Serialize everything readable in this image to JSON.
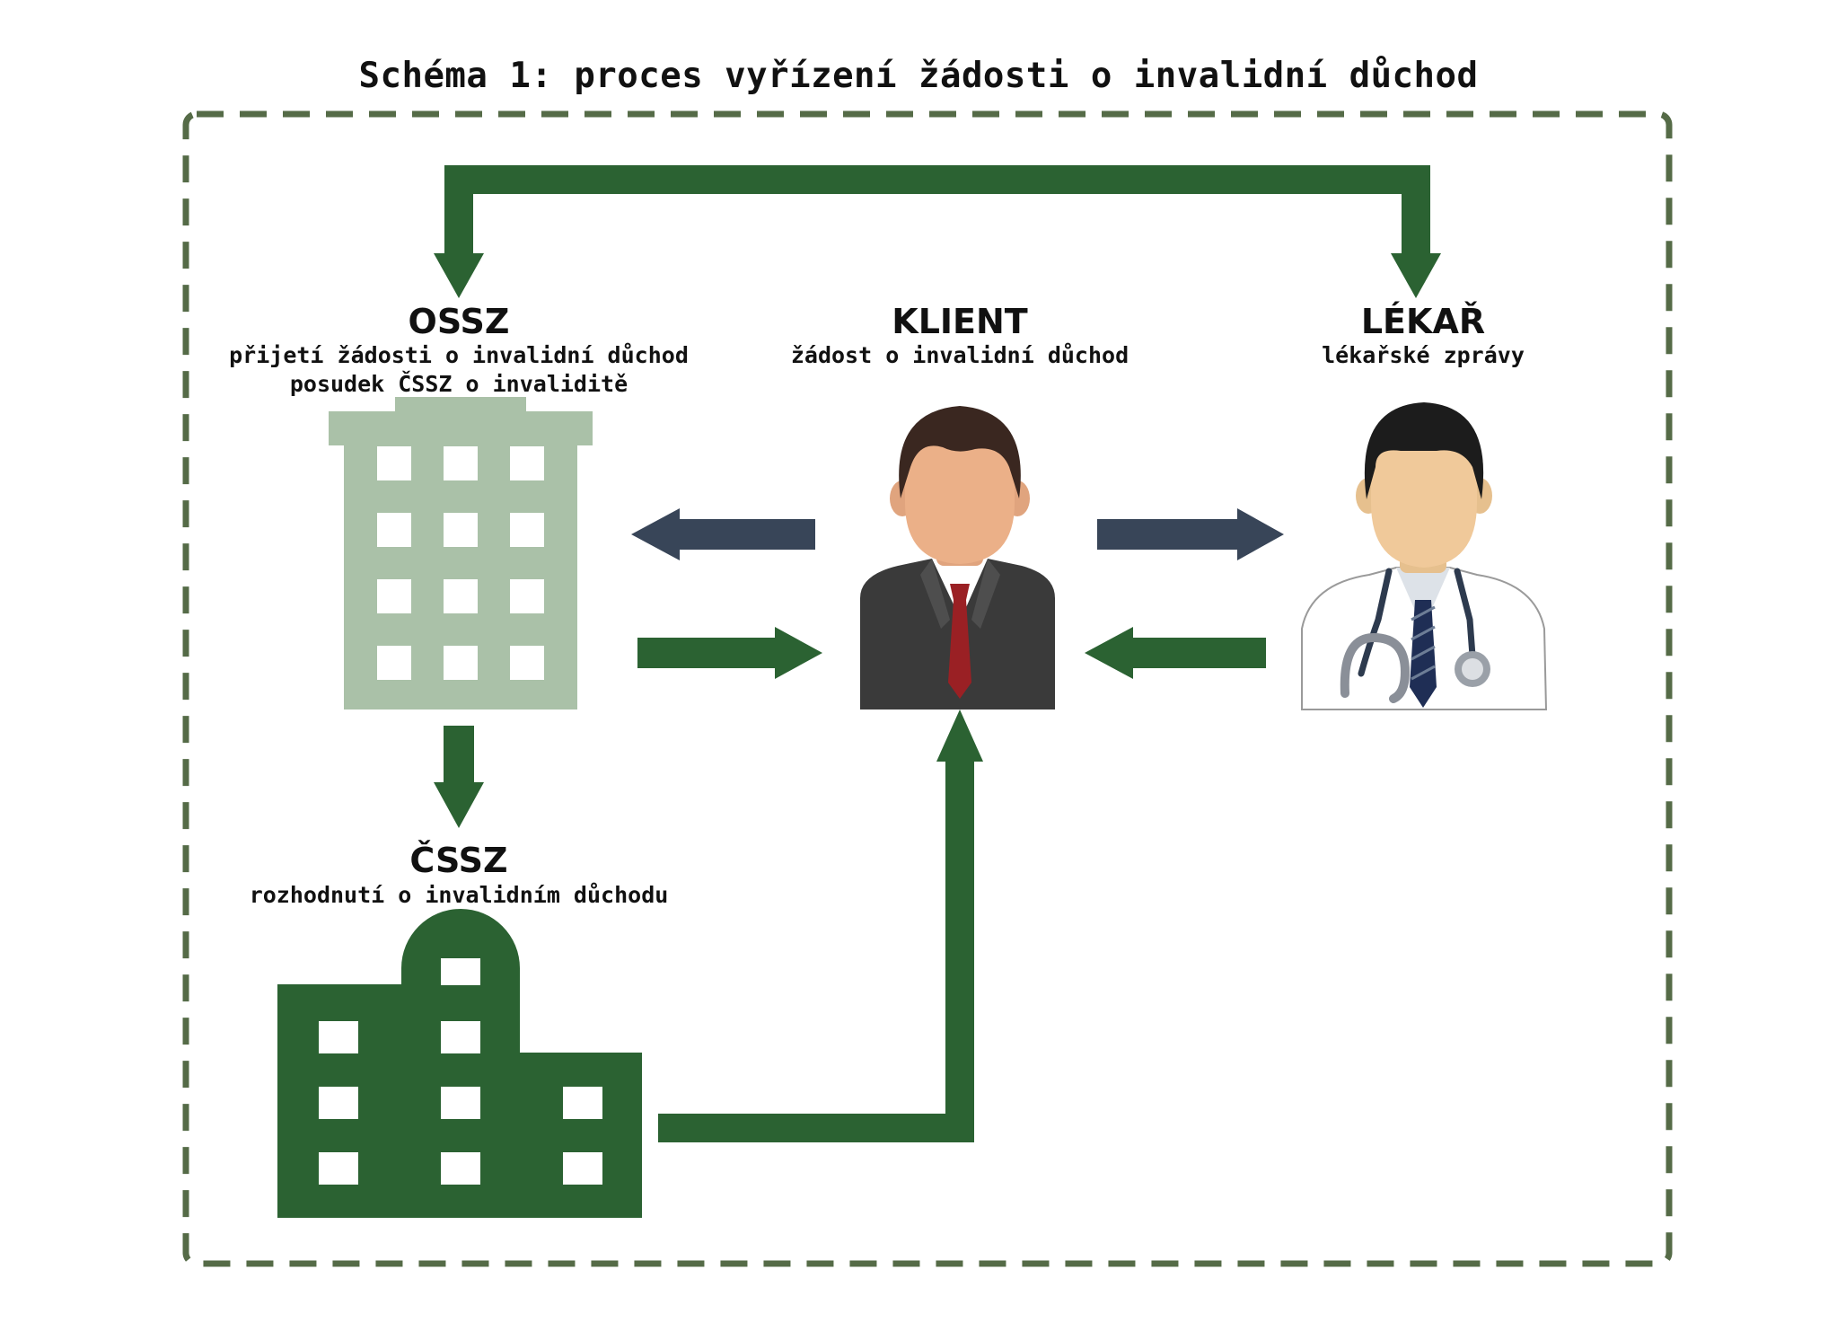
{
  "title": "Schéma 1: proces vyřízení žádosti o invalidní důchod",
  "nodes": {
    "ossz": {
      "name": "OSSZ",
      "lines": [
        "přijetí žádosti o invalidní důchod",
        "posudek ČSSZ o invaliditě"
      ]
    },
    "klient": {
      "name": "KLIENT",
      "lines": [
        "žádost o invalidní důchod"
      ]
    },
    "lekar": {
      "name": "LÉKAŘ",
      "lines": [
        "lékařské zprávy"
      ]
    },
    "cssz": {
      "name": "ČSSZ",
      "lines": [
        "rozhodnutí o invalidním důchodu"
      ]
    }
  },
  "colors": {
    "green": "#2b6232",
    "navy": "#384558",
    "light_green": "#aac1a8",
    "frame": "#556b47",
    "skin": "#ebb088",
    "hair": "#3a2720",
    "doctor_hair": "#1c1c1c",
    "suit": "#3a3a3a",
    "tie": "#9a2024"
  },
  "icons": [
    "ossz-building-icon",
    "cssz-building-icon",
    "client-person-icon",
    "doctor-icon"
  ]
}
